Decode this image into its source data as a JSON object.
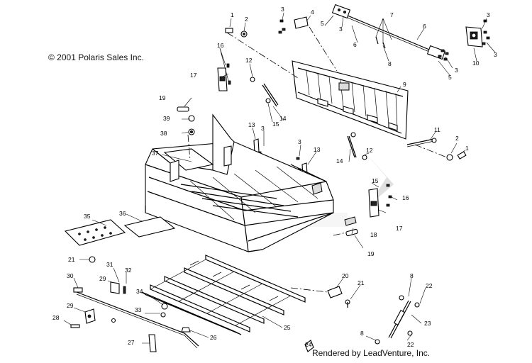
{
  "copyright": "© 2001 Polaris Sales Inc.",
  "credit": "Rendered by LeadVenture, Inc.",
  "callouts": [
    {
      "label": "1"
    },
    {
      "label": "2"
    },
    {
      "label": "3"
    },
    {
      "label": "4"
    },
    {
      "label": "5"
    },
    {
      "label": "3"
    },
    {
      "label": "7"
    },
    {
      "label": "6"
    },
    {
      "label": "6"
    },
    {
      "label": "8"
    },
    {
      "label": "3"
    },
    {
      "label": "5"
    },
    {
      "label": "3"
    },
    {
      "label": "10"
    },
    {
      "label": "3"
    },
    {
      "label": "16"
    },
    {
      "label": "17"
    },
    {
      "label": "12"
    },
    {
      "label": "9"
    },
    {
      "label": "14"
    },
    {
      "label": "15"
    },
    {
      "label": "19"
    },
    {
      "label": "39"
    },
    {
      "label": "38"
    },
    {
      "label": "13"
    },
    {
      "label": "3"
    },
    {
      "label": "11"
    },
    {
      "label": "2"
    },
    {
      "label": "1"
    },
    {
      "label": "37"
    },
    {
      "label": "3"
    },
    {
      "label": "13"
    },
    {
      "label": "12"
    },
    {
      "label": "14"
    },
    {
      "label": "15"
    },
    {
      "label": "16"
    },
    {
      "label": "17"
    },
    {
      "label": "18"
    },
    {
      "label": "19"
    },
    {
      "label": "35"
    },
    {
      "label": "36"
    },
    {
      "label": "21"
    },
    {
      "label": "31"
    },
    {
      "label": "32"
    },
    {
      "label": "30"
    },
    {
      "label": "29"
    },
    {
      "label": "34"
    },
    {
      "label": "33"
    },
    {
      "label": "29"
    },
    {
      "label": "28"
    },
    {
      "label": "20"
    },
    {
      "label": "21"
    },
    {
      "label": "8"
    },
    {
      "label": "22"
    },
    {
      "label": "23"
    },
    {
      "label": "25"
    },
    {
      "label": "26"
    },
    {
      "label": "27"
    },
    {
      "label": "22"
    },
    {
      "label": "8"
    },
    {
      "label": "24"
    }
  ]
}
